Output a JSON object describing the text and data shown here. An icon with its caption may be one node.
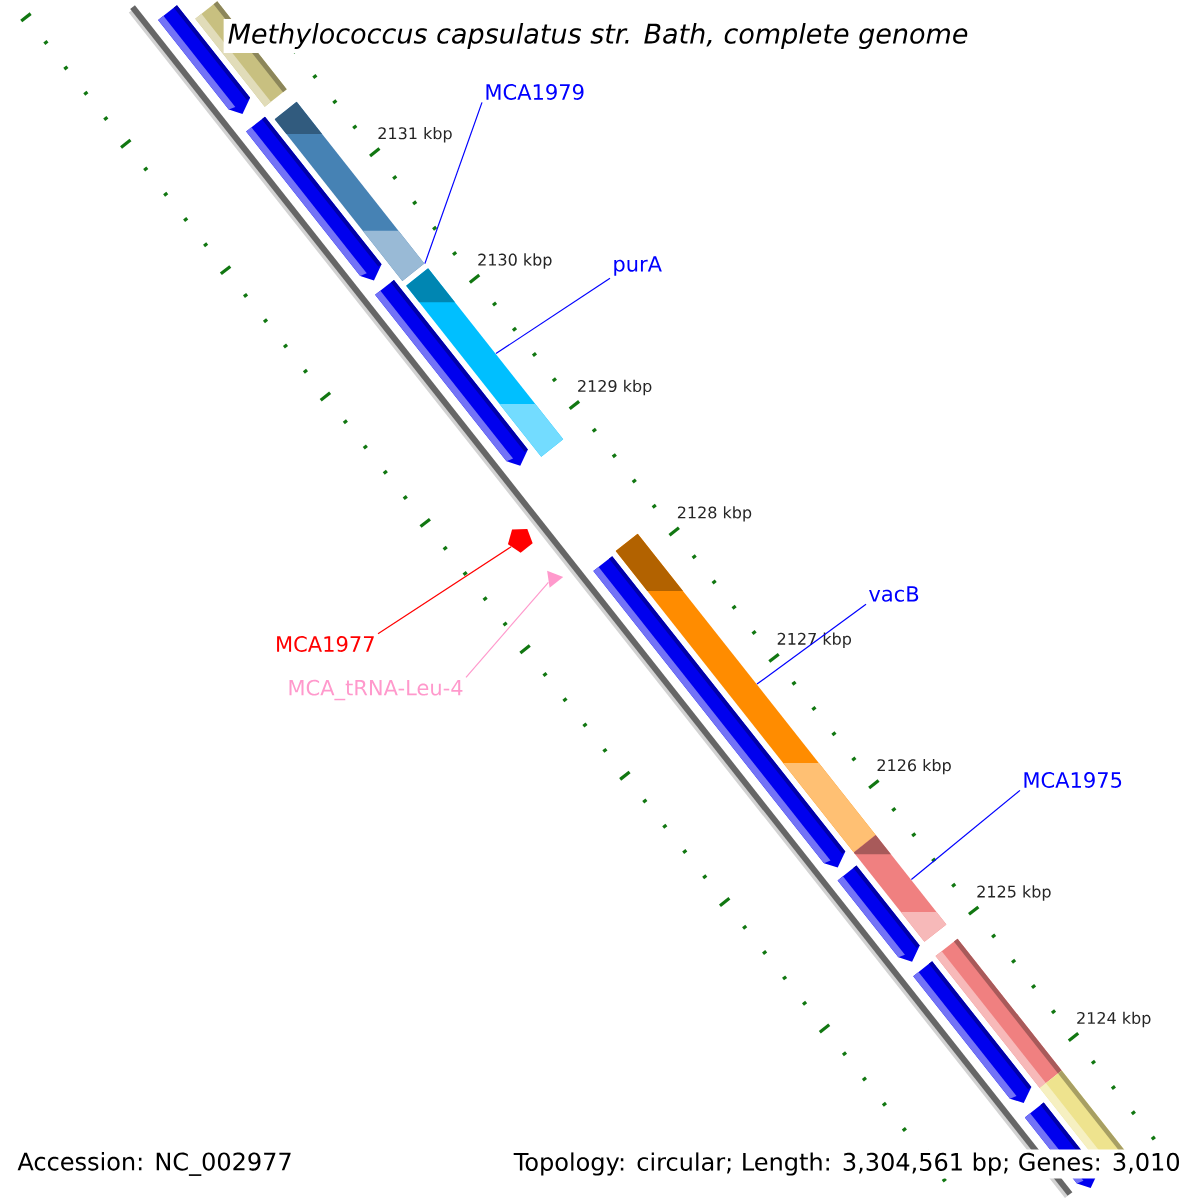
{
  "diagram": {
    "title": "Methylococcus capsulatus str. Bath, complete genome",
    "nodes": [
      {
        "text": [
          "MCA1979"
        ]
      },
      {
        "text": [],
        "shape": "bar"
      },
      {
        "text": [
          "purA"
        ]
      },
      {
        "text": [],
        "shape": "bar"
      },
      {
        "text": [
          "MCA1977"
        ]
      },
      {
        "text": [],
        "shape": "pentagon"
      },
      {
        "text": [
          "MCA_tRNA-Leu-4"
        ]
      },
      {
        "text": [],
        "shape": "triangle"
      },
      {
        "text": [
          "vacB"
        ]
      },
      {
        "text": [],
        "shape": "bar"
      },
      {
        "text": [
          "MCA1975"
        ]
      },
      {
        "text": [],
        "shape": "bar"
      }
    ],
    "edges": [
      {
        "from": 0,
        "to": 1,
        "arrow": "none"
      },
      {
        "from": 2,
        "to": 3,
        "arrow": "none"
      },
      {
        "from": 4,
        "to": 5,
        "arrow": "none",
        "color": "#ff0000"
      },
      {
        "from": 6,
        "to": 7,
        "arrow": "none",
        "color": "#ff99cc"
      },
      {
        "from": 8,
        "to": 9,
        "arrow": "none"
      },
      {
        "from": 10,
        "to": 11,
        "arrow": "none"
      }
    ],
    "labels": [
      "2131 kbp",
      "2130 kbp",
      "2129 kbp",
      "2128 kbp",
      "2127 kbp",
      "2126 kbp",
      "2125 kbp",
      "2124 kbp",
      "Accession: NC_002977",
      "Topology: circular; Length: 3,304,561 bp; Genes: 3,010"
    ]
  }
}
